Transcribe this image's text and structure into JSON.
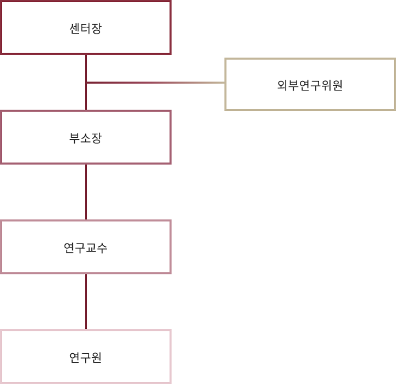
{
  "org_chart": {
    "director": "센터장",
    "external_researcher": "외부연구위원",
    "deputy_director": "부소장",
    "research_professor": "연구교수",
    "researcher": "연구원"
  }
}
